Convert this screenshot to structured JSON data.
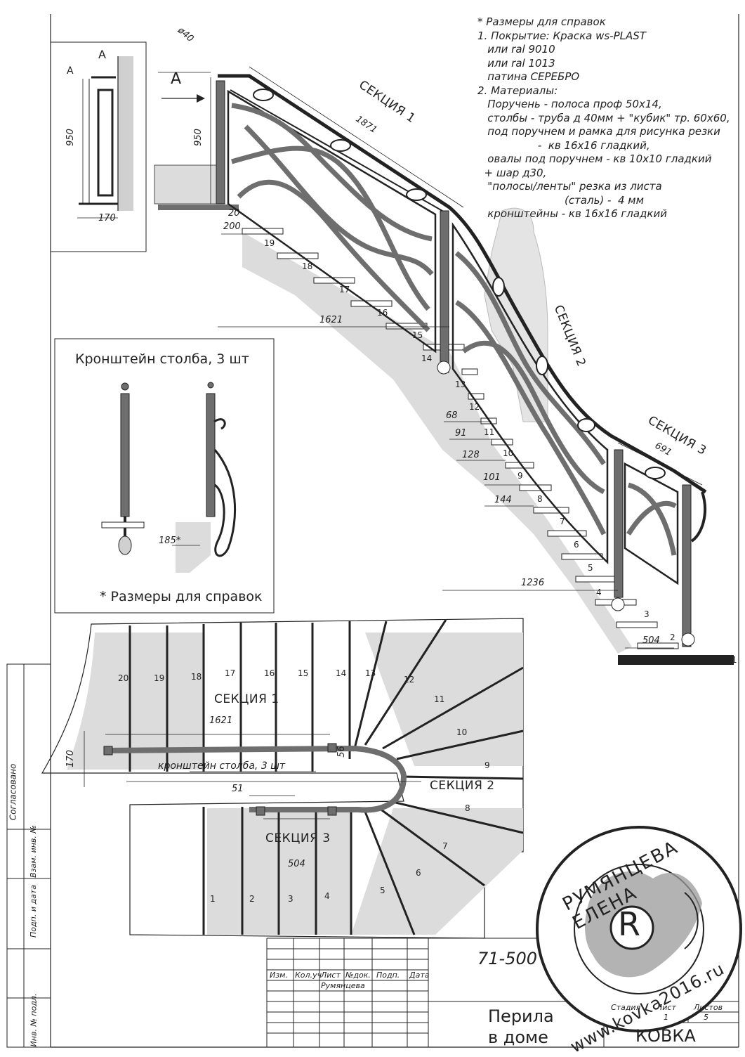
{
  "notes": {
    "lines": [
      "* Размеры для справок",
      "1. Покрытие: Краска ws-PLAST",
      "   или ral 9010",
      "   или ral 1013",
      "   патина СЕРЕБРО",
      "2. Материалы:",
      "   Поручень - полоса проф 50х14,",
      "   столбы - труба д 40мм + \"кубик\" тр. 60х60,",
      "   под поручнем и рамка для рисунка резки",
      "                  -  кв 16х16 гладкий,",
      "   овалы под поручнем - кв 10х10 гладкий",
      "  + шар д30,",
      "   \"полосы/ленты\" резка из листа",
      "                          (сталь) -  4 мм",
      "   кронштейны - кв 16х16 гладкий"
    ]
  },
  "view_a": {
    "label": "A",
    "height_dim": "950",
    "width_dim": "170"
  },
  "elevation": {
    "view_label": "A",
    "diameter": "ø40",
    "height_dim": "950",
    "section1": {
      "label": "СЕКЦИЯ 1",
      "length": "1871"
    },
    "section2": {
      "label": "СЕКЦИЯ 2"
    },
    "section3": {
      "label": "СЕКЦИЯ 3",
      "length": "691"
    },
    "dims": {
      "d20": "20",
      "d200": "200",
      "d1621": "1621",
      "d68": "68",
      "d91": "91",
      "d128": "128",
      "d101": "101",
      "d144": "144",
      "d1236": "1236",
      "d504": "504"
    },
    "steps": [
      "19",
      "18",
      "17",
      "16",
      "15",
      "14",
      "13",
      "12",
      "11",
      "10",
      "9",
      "8",
      "7",
      "6",
      "5",
      "4",
      "3",
      "2",
      "1"
    ]
  },
  "bracket": {
    "title": "Кронштейн столба, 3 шт",
    "dim": "185*",
    "footnote": "* Размеры для справок"
  },
  "plan": {
    "steps": [
      "20",
      "19",
      "18",
      "17",
      "16",
      "15",
      "14",
      "13",
      "12",
      "11",
      "10",
      "9",
      "8",
      "7",
      "6",
      "5",
      "4",
      "3",
      "2",
      "1"
    ],
    "section1": "СЕКЦИЯ 1",
    "section2": "СЕКЦИЯ 2",
    "section3": "СЕКЦИЯ 3",
    "dim1621": "1621",
    "dim170": "170",
    "dim56": "56",
    "dim51": "51",
    "dim504": "504",
    "bracket_label": "кронштейн столба, 3 шт"
  },
  "side_stamp": {
    "soglasovano": "Согласовано",
    "vzam": "Взам. инв. №",
    "podp": "Подп. и дата",
    "inv": "Инв. № подл."
  },
  "title_block": {
    "code": "71-500",
    "headers": [
      "Изм.",
      "Кол.уч",
      "Лист",
      "№док.",
      "Подп.",
      "Дата"
    ],
    "author": "Румянцева",
    "title_line1": "Перила",
    "title_line2": "в доме",
    "stage_header": "Стадия",
    "sheet_header": "Лист",
    "sheets_header": "Листов",
    "sheet": "1",
    "sheets": "5",
    "org": "КОВКА"
  },
  "stamp": {
    "name": "РУМЯНЦЕВА ЕЛЕНА",
    "site": "www.kovka2016.ru",
    "monogram": "R"
  },
  "colors": {
    "line": "#222222",
    "shade": "#d6d6d6",
    "metal": "#6e6e6e"
  }
}
